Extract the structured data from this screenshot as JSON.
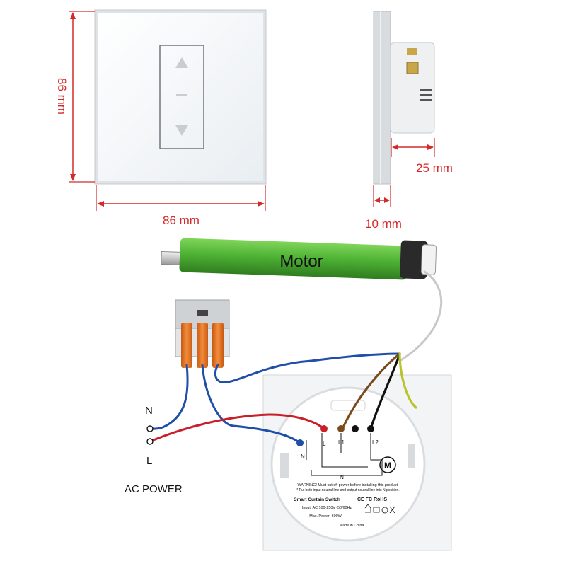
{
  "dimensions": {
    "height": "86 mm",
    "width": "86 mm",
    "thickness": "10 mm",
    "depth": "25 mm"
  },
  "motor": {
    "label": "Motor"
  },
  "power": {
    "title": "AC POWER",
    "neutral": "N",
    "live": "L"
  },
  "terminals": {
    "l": "L",
    "l1": "L1",
    "l2": "L2",
    "n": "N",
    "diagram_n": "N",
    "motor_symbol": "M"
  },
  "product_label": {
    "warning_line1": "WARNING! Must cut off power before installing this product.",
    "warning_line2": "* Put both input neutral line and output neutral line into N position.",
    "name": "Smart Curtain Switch",
    "input": "Input: AC 100-250V~50/60Hz",
    "max_power": "Max. Power: 600W",
    "origin": "Made in China",
    "cert_marks": "CE FC RoHS"
  },
  "colors": {
    "dimension_red": "#d42a2a",
    "motor_green": "#4fb335",
    "wire_blue": "#1f4fa6",
    "wire_red": "#c8202a",
    "wire_brown": "#7a4a1f",
    "wire_black": "#111111",
    "wire_earth": "#b8c42a",
    "connector_orange": "#e2762a"
  }
}
